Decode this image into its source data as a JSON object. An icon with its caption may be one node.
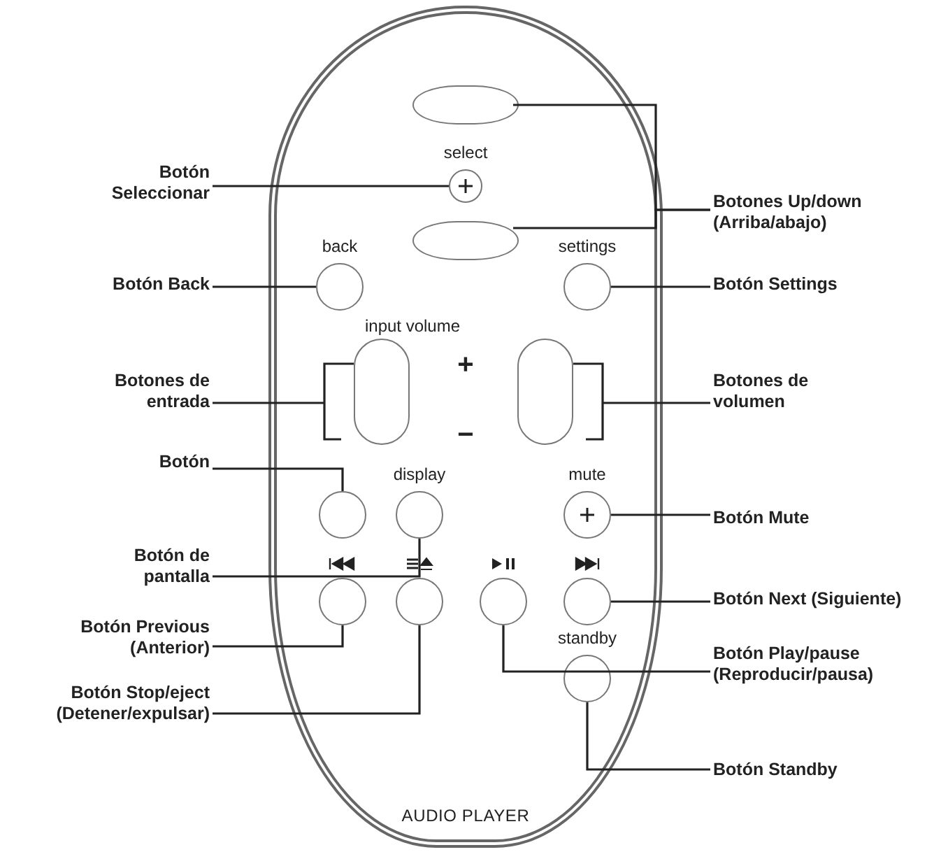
{
  "diagram": {
    "nodes": [
      {
        "text": [
          "AUDIO PLAYER"
        ]
      },
      {
        "text": [],
        "shape": "box",
        "in": 0
      },
      {
        "text": [
          "select"
        ],
        "in": 0
      },
      {
        "text": [],
        "shape": "box",
        "in": 0
      },
      {
        "text": [
          "back"
        ],
        "in": 0
      },
      {
        "text": [
          "settings"
        ],
        "in": 0
      },
      {
        "text": [],
        "shape": "box",
        "in": 0
      },
      {
        "text": [],
        "shape": "box",
        "in": 0
      },
      {
        "text": [],
        "shape": "circle",
        "in": 0
      },
      {
        "text": [
          "display"
        ],
        "in": 0
      },
      {
        "text": [
          "mute"
        ],
        "in": 0
      },
      {
        "text": [],
        "shape": "circle",
        "in": 0
      },
      {
        "text": [],
        "shape": "circle",
        "in": 0
      },
      {
        "text": [],
        "shape": "circle",
        "in": 0
      },
      {
        "text": [],
        "shape": "circle",
        "in": 0
      },
      {
        "text": [
          "standby"
        ],
        "in": 0
      },
      {
        "text": [
          "Botón Seleccionar"
        ]
      },
      {
        "text": [
          "Botones Up/down (Arriba/abajo)"
        ]
      },
      {
        "text": [
          "Botón Back"
        ]
      },
      {
        "text": [
          "Botón Settings"
        ]
      },
      {
        "text": [
          "Botones de entrada"
        ]
      },
      {
        "text": [
          "Botones de volumen"
        ]
      },
      {
        "text": [
          "Botón"
        ]
      },
      {
        "text": [
          "Botón Mute"
        ]
      },
      {
        "text": [
          "Botón de pantalla"
        ]
      },
      {
        "text": [
          "Botón Next (Siguiente)"
        ]
      },
      {
        "text": [
          "Botón Previous (Anterior)"
        ]
      },
      {
        "text": [
          "Botón Play/pause (Reproducir/pausa)"
        ]
      },
      {
        "text": [
          "Botón Stop/eject (Detener/expulsar)"
        ]
      },
      {
        "text": [
          "Botón Standby"
        ]
      }
    ],
    "edges": [
      {
        "from": 16,
        "to": 2,
        "arrow": "none"
      },
      {
        "from": 17,
        "to": 1,
        "arrow": "none"
      },
      {
        "from": 17,
        "to": 3,
        "arrow": "none"
      },
      {
        "from": 18,
        "to": 4,
        "arrow": "none"
      },
      {
        "from": 19,
        "to": 5,
        "arrow": "none"
      },
      {
        "from": 20,
        "to": 6,
        "arrow": "none"
      },
      {
        "from": 21,
        "to": 7,
        "arrow": "none"
      },
      {
        "from": 22,
        "to": 8,
        "arrow": "none"
      },
      {
        "from": 23,
        "to": 10,
        "arrow": "none"
      },
      {
        "from": 24,
        "to": 9,
        "arrow": "none"
      },
      {
        "from": 25,
        "to": 14,
        "arrow": "none"
      },
      {
        "from": 26,
        "to": 11,
        "arrow": "none"
      },
      {
        "from": 27,
        "to": 13,
        "arrow": "none"
      },
      {
        "from": 28,
        "to": 12,
        "arrow": "none"
      },
      {
        "from": 29,
        "to": 15,
        "arrow": "none"
      }
    ],
    "labels": [
      "input volume",
      "+",
      "−"
    ]
  }
}
